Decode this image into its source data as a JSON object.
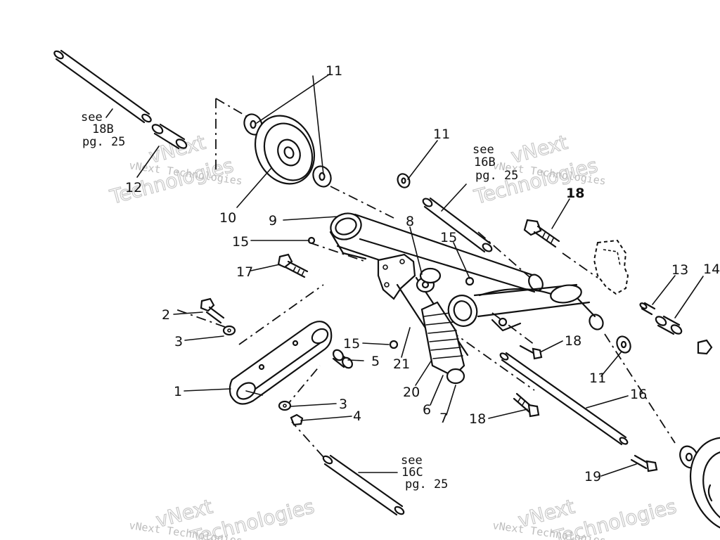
{
  "diagram": {
    "callouts": {
      "c1": "1",
      "c2": "2",
      "c3a": "3",
      "c3b": "3",
      "c4": "4",
      "c5": "5",
      "c6": "6",
      "c7": "7",
      "c8": "8",
      "c9": "9",
      "c10": "10",
      "c11a": "11",
      "c11b": "11",
      "c11c": "11",
      "c12": "12",
      "c13": "13",
      "c14": "14",
      "c15a": "15",
      "c15b": "15",
      "c15c": "15",
      "c16": "16",
      "c17": "17",
      "c18a": "18",
      "c18b": "18",
      "c18c": "18",
      "c19": "19",
      "c20": "20",
      "c21": "21"
    },
    "notes": {
      "n1": {
        "see": "see",
        "ref": "18B",
        "pg": "pg. 25"
      },
      "n2": {
        "see": "see",
        "ref": "16B",
        "pg": "pg. 25"
      },
      "n3": {
        "see": "see",
        "ref": "16C",
        "pg": "pg. 25"
      }
    }
  },
  "watermark": {
    "text": "vNext Technologies",
    "big1": "vNext",
    "big2": "Technologies"
  }
}
